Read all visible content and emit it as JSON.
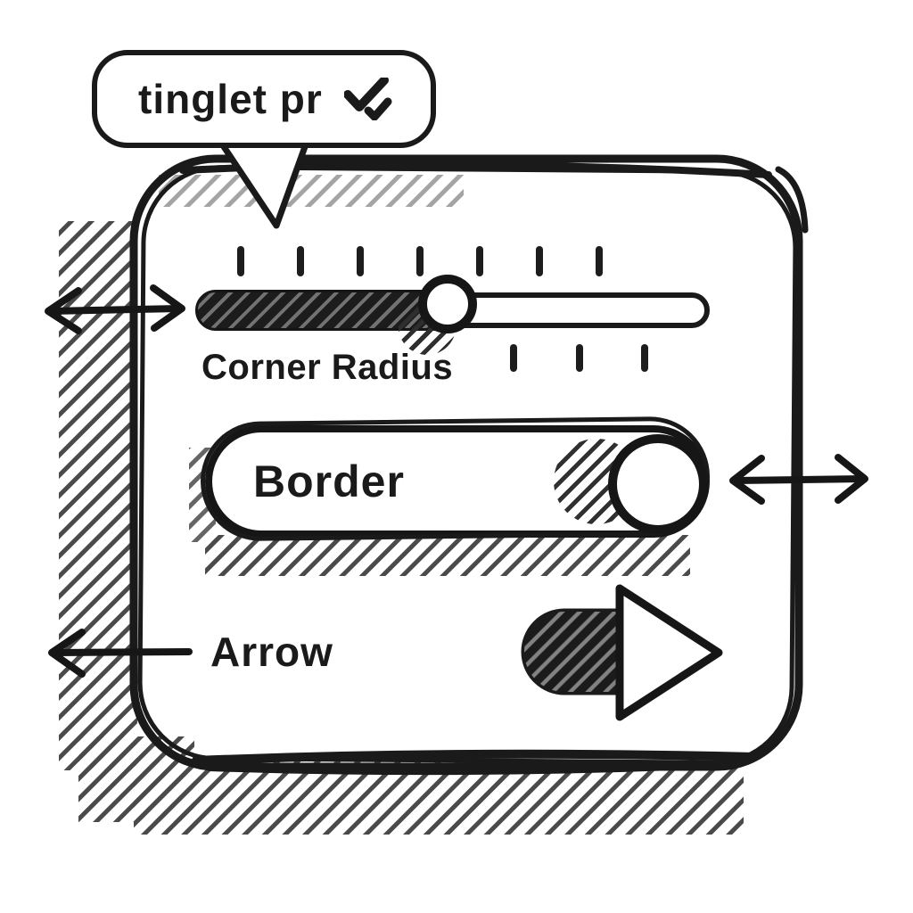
{
  "colors": {
    "ink": "#1a1a1a",
    "paper": "#ffffff",
    "shadow_hatch": "#4a4a4a"
  },
  "tooltip": {
    "label": "tinglet pr",
    "icon": "double-check-icon"
  },
  "controls": {
    "slider": {
      "label": "Corner Radius",
      "fill_percent": 49,
      "ticks_above": 7,
      "ticks_below": 3,
      "state": "thumb-near-middle"
    },
    "toggle": {
      "label": "Border",
      "state": "on"
    },
    "arrow_row": {
      "label": "Arrow",
      "icon": "block-arrow-right-icon"
    }
  },
  "annotations": {
    "slider_left_arrow_icon": "double-headed-horizontal-arrow-icon",
    "toggle_right_arrow_icon": "double-headed-horizontal-arrow-icon",
    "arrow_row_left_arrow_icon": "left-arrow-icon"
  }
}
